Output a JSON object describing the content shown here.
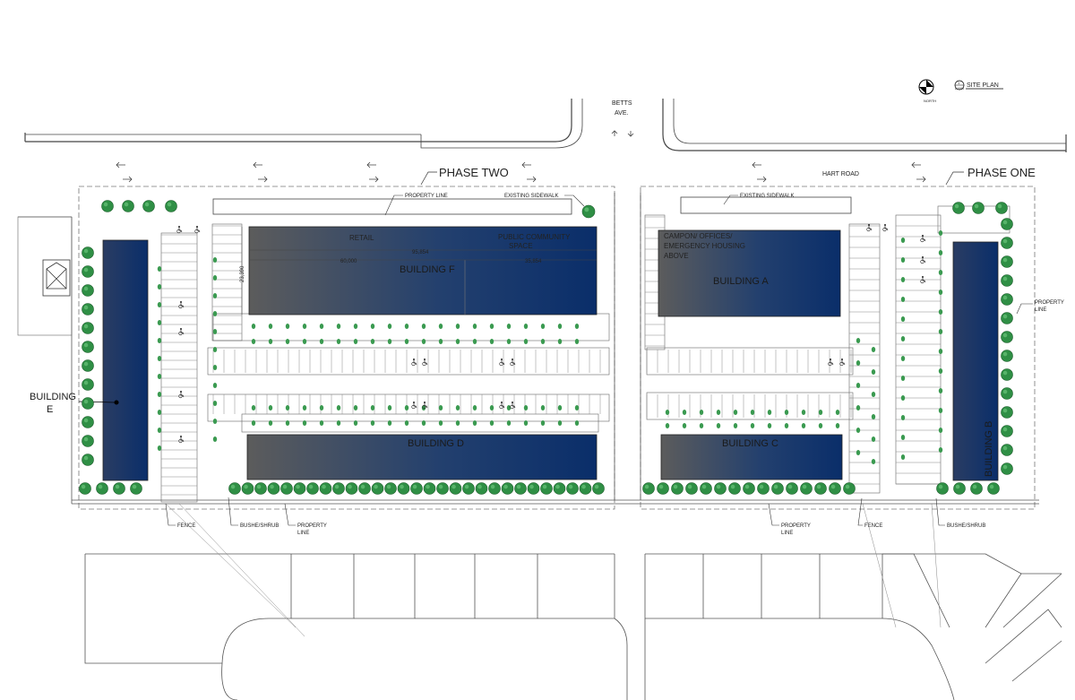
{
  "title": {
    "sheet_no": "1",
    "sheet_ref": "A1000",
    "label": "SITE PLAN",
    "north": "NORTH"
  },
  "streets": {
    "betts_1": "BETTS",
    "betts_2": "AVE.",
    "hart": "HART ROAD"
  },
  "phases": {
    "two": "PHASE TWO",
    "one": "PHASE ONE"
  },
  "buildings": {
    "a_line1": "CAMPON/ OFFICES/",
    "a_line2": "EMERGENCY HOUSING",
    "a_line3": "ABOVE",
    "a_name": "BUILDING A",
    "b_name": "BUILDING B",
    "c_name": "BUILDING C",
    "d_name": "BUILDING D",
    "e_line1": "BUILDING",
    "e_line2": "E",
    "f_name": "BUILDING F",
    "f_retail": "RETAIL",
    "f_public_1": "PUBLIC COMMUNITY",
    "f_public_2": "SPACE",
    "f_dim_total": "95,854",
    "f_dim_retail": "60,000",
    "f_dim_public": "35,854",
    "f_dim_depth": "23,390"
  },
  "callouts": {
    "property_line": "PROPERTY LINE",
    "existing_sidewalk": "EXISTING SIDEWALK",
    "property_line_right_1": "PROPERTY",
    "property_line_right_2": "LINE",
    "fence": "FENCE",
    "bushe_shrub": "BUSHE/SHRUB",
    "property_line_b1": "PROPERTY",
    "property_line_b2": "LINE"
  },
  "colors": {
    "building_dark": "#5a5a5a",
    "building_blue": "#0b2f6b",
    "tree": "#2f8f45",
    "line": "#333333"
  }
}
